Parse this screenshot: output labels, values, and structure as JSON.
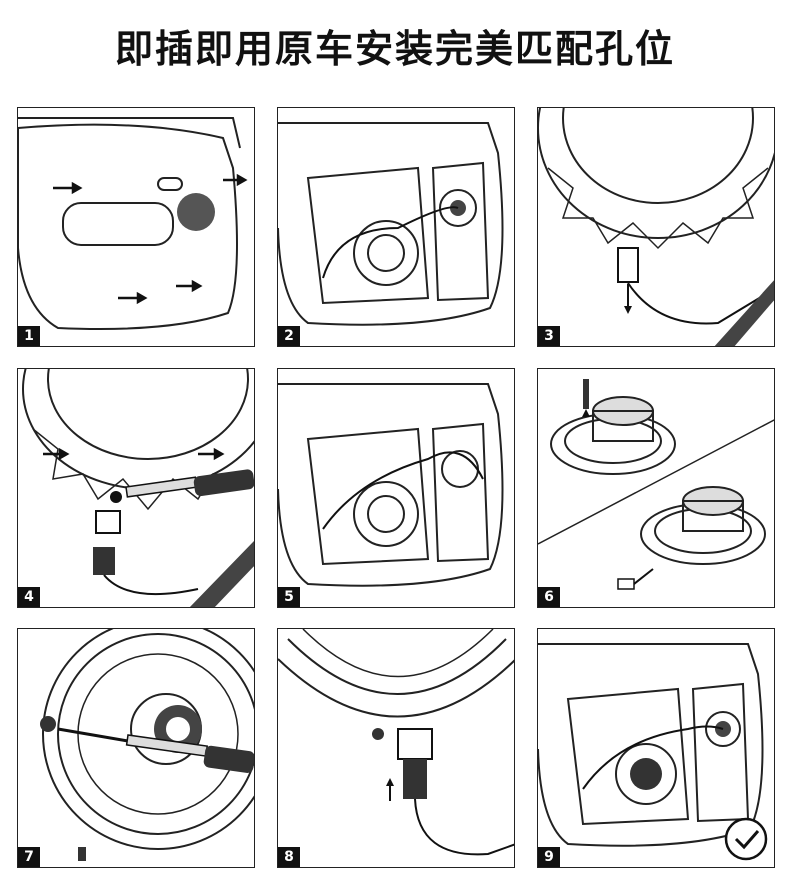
{
  "title": "即插即用原车安装完美匹配孔位",
  "steps": [
    {
      "number": "1"
    },
    {
      "number": "2"
    },
    {
      "number": "3"
    },
    {
      "number": "4"
    },
    {
      "number": "5"
    },
    {
      "number": "6"
    },
    {
      "number": "7"
    },
    {
      "number": "8"
    },
    {
      "number": "9"
    }
  ],
  "colors": {
    "line": "#222222",
    "badge": "#111111"
  }
}
